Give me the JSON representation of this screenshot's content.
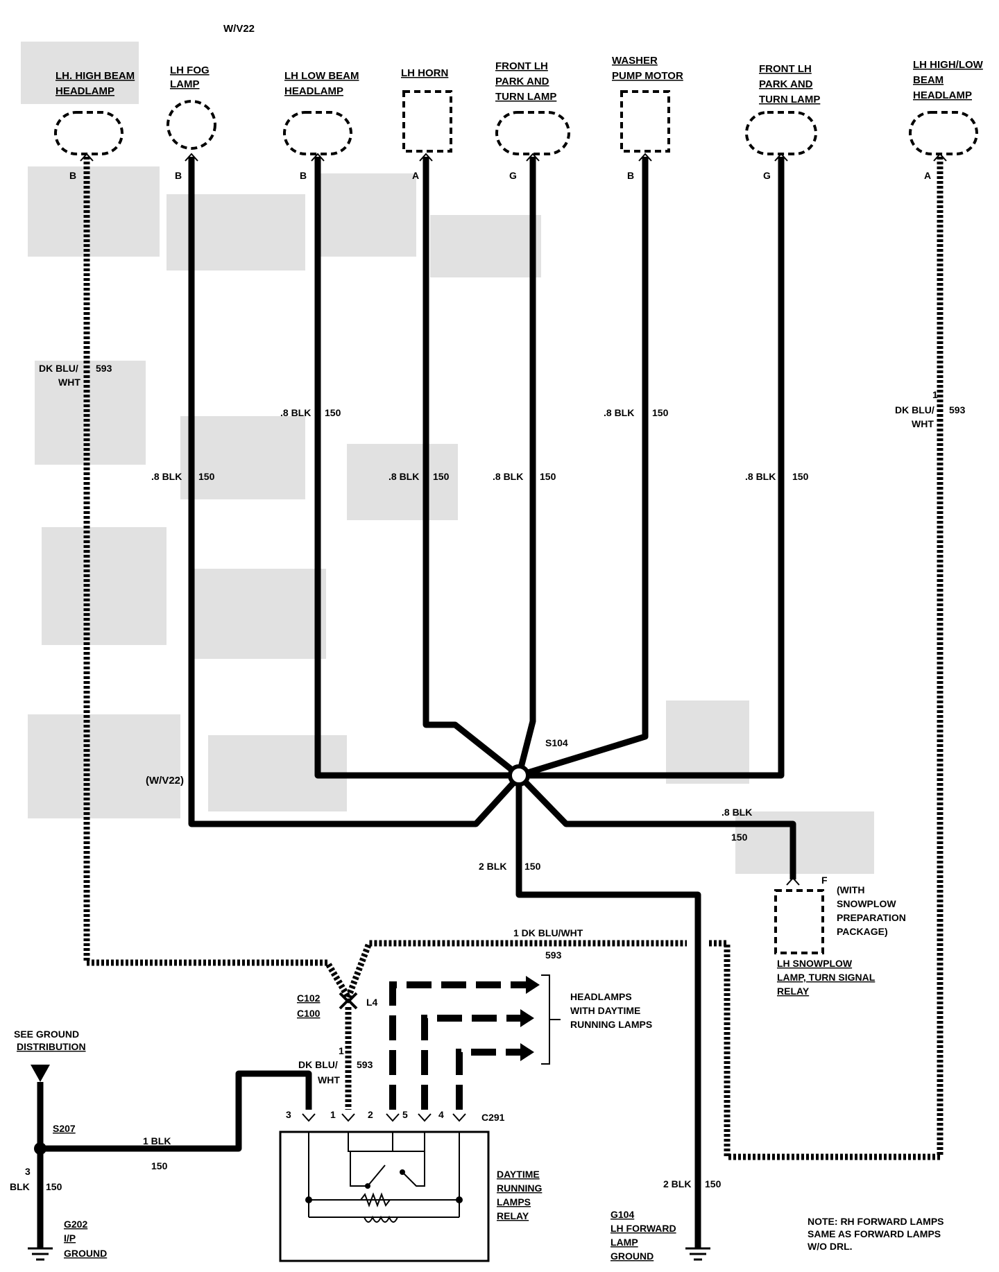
{
  "diagram": {
    "variant_label": "W/V22",
    "variant_label_paren": "(W/V22)",
    "components": {
      "lh_high_beam": [
        "LH. HIGH BEAM",
        "HEADLAMP"
      ],
      "lh_fog": [
        "LH FOG",
        "LAMP"
      ],
      "lh_low_beam": [
        "LH LOW BEAM",
        "HEADLAMP"
      ],
      "lh_horn": [
        "LH HORN"
      ],
      "front_lh_park_1": [
        "FRONT LH",
        "PARK AND",
        "TURN LAMP"
      ],
      "washer_pump": [
        "WASHER",
        "PUMP MOTOR"
      ],
      "front_lh_park_2": [
        "FRONT LH",
        "PARK AND",
        "TURN LAMP"
      ],
      "lh_high_low_beam": [
        "LH HIGH/LOW",
        "BEAM",
        "HEADLAMP"
      ]
    },
    "pins": {
      "lh_high_beam": "B",
      "lh_fog": "B",
      "lh_low_beam": "B",
      "lh_horn": "A",
      "front_lh_park_1": "G",
      "washer_pump": "B",
      "front_lh_park_2": "G",
      "lh_high_low_beam": "A"
    },
    "wire_labels": {
      "dk_blu_wht_left": [
        "DK BLU/",
        "WHT",
        "593"
      ],
      "fog": [
        ".8 BLK",
        "150"
      ],
      "low_beam": [
        ".8 BLK",
        "150"
      ],
      "horn": [
        ".8 BLK",
        "150"
      ],
      "park_1": [
        ".8 BLK",
        "150"
      ],
      "washer": [
        ".8 BLK",
        "150"
      ],
      "park_2": [
        ".8 BLK",
        "150"
      ],
      "dk_blu_wht_right": [
        "1",
        "DK BLU/",
        "WHT",
        "593"
      ],
      "snowplow_wire": [
        ".8 BLK",
        "150"
      ],
      "s104_down": [
        "2 BLK",
        "150"
      ],
      "top_dk_blu": [
        "1 DK BLU/WHT",
        "593"
      ],
      "c102_wire": [
        "1",
        "DK BLU/",
        "WHT",
        "593"
      ],
      "g104_wire": [
        "2 BLK",
        "150"
      ],
      "s207_wire": [
        "1 BLK",
        "150"
      ],
      "g202_wire": [
        "3",
        "BLK",
        "150"
      ]
    },
    "splices": {
      "s104": "S104",
      "s207": "S207"
    },
    "connectors": {
      "c102": "C102",
      "c100": "C100",
      "l4": "L4",
      "c291": "C291",
      "c291_pins": [
        "3",
        "1",
        "2",
        "5",
        "4"
      ]
    },
    "snowplow": {
      "pin": "F",
      "note": [
        "(WITH",
        "SNOWPLOW",
        "PREPARATION",
        "PACKAGE)"
      ],
      "relay": [
        "LH SNOWPLOW",
        "LAMP, TURN SIGNAL",
        "RELAY"
      ]
    },
    "headlamps_drl": [
      "HEADLAMPS",
      "WITH DAYTIME",
      "RUNNING LAMPS"
    ],
    "see_ground": [
      "SEE GROUND",
      "DISTRIBUTION"
    ],
    "drl_relay": [
      "DAYTIME",
      "RUNNING",
      "LAMPS",
      "RELAY"
    ],
    "g104": [
      "G104",
      "LH FORWARD",
      "LAMP",
      "GROUND"
    ],
    "g202": [
      "G202",
      "I/P",
      "GROUND"
    ],
    "note": [
      "NOTE: RH FORWARD LAMPS",
      "SAME AS FORWARD LAMPS",
      "W/O DRL."
    ]
  }
}
